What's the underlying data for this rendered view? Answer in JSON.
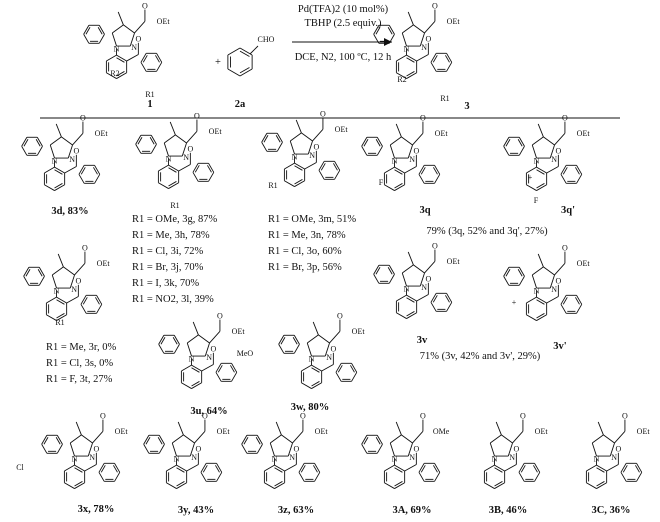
{
  "reaction": {
    "reagent1": "1",
    "reagent2": "2a",
    "plus": "+",
    "product": "3",
    "conditions": [
      "Pd(TFA)2 (10 mol%)",
      "TBHP (2.5 equiv.)",
      "DCE, N2, 100 ºC, 12 h"
    ]
  },
  "atoms": {
    "ester": "CO2Et",
    "ester_text": "O",
    "oet": "OEt",
    "ome": "OMe",
    "n": "N",
    "cho": "CHO",
    "r1": "R1",
    "r2": "R2",
    "f": "F",
    "cl": "Cl",
    "meo": "MeO"
  },
  "products": [
    {
      "id": "3d",
      "label": "3d, 83%"
    },
    {
      "id": "3g",
      "list": [
        "R1 = OMe, 3g, 87%",
        "R1 = Me, 3h, 78%",
        "R1 = Cl, 3i, 72%",
        "R1 = Br, 3j, 70%",
        "R1 = I, 3k, 70%",
        "R1 = NO2, 3l, 39%"
      ]
    },
    {
      "id": "3m",
      "list": [
        "R1 = OMe, 3m, 51%",
        "R1 = Me, 3n, 78%",
        "R1 = Cl, 3o, 60%",
        "R1 = Br, 3p, 56%"
      ]
    },
    {
      "id": "3q",
      "labels": [
        "3q",
        "3q'"
      ],
      "caption": "79% (3q, 52% and 3q', 27%)"
    },
    {
      "id": "3r",
      "list": [
        "R1 = Me, 3r, 0%",
        "R1 = Cl, 3s, 0%",
        "R1 = F, 3t, 27%"
      ]
    },
    {
      "id": "3u",
      "label": "3u, 64%"
    },
    {
      "id": "3w",
      "label": "3w, 80%"
    },
    {
      "id": "3v",
      "labels": [
        "3v",
        "3v'"
      ],
      "caption": "71% (3v, 42% and 3v', 29%)"
    },
    {
      "id": "3x",
      "label": "3x, 78%"
    },
    {
      "id": "3y",
      "label": "3y, 43%"
    },
    {
      "id": "3z",
      "label": "3z, 63%"
    },
    {
      "id": "3A",
      "label": "3A, 69%"
    },
    {
      "id": "3B",
      "label": "3B, 46%"
    },
    {
      "id": "3C",
      "label": "3C, 36%"
    }
  ]
}
